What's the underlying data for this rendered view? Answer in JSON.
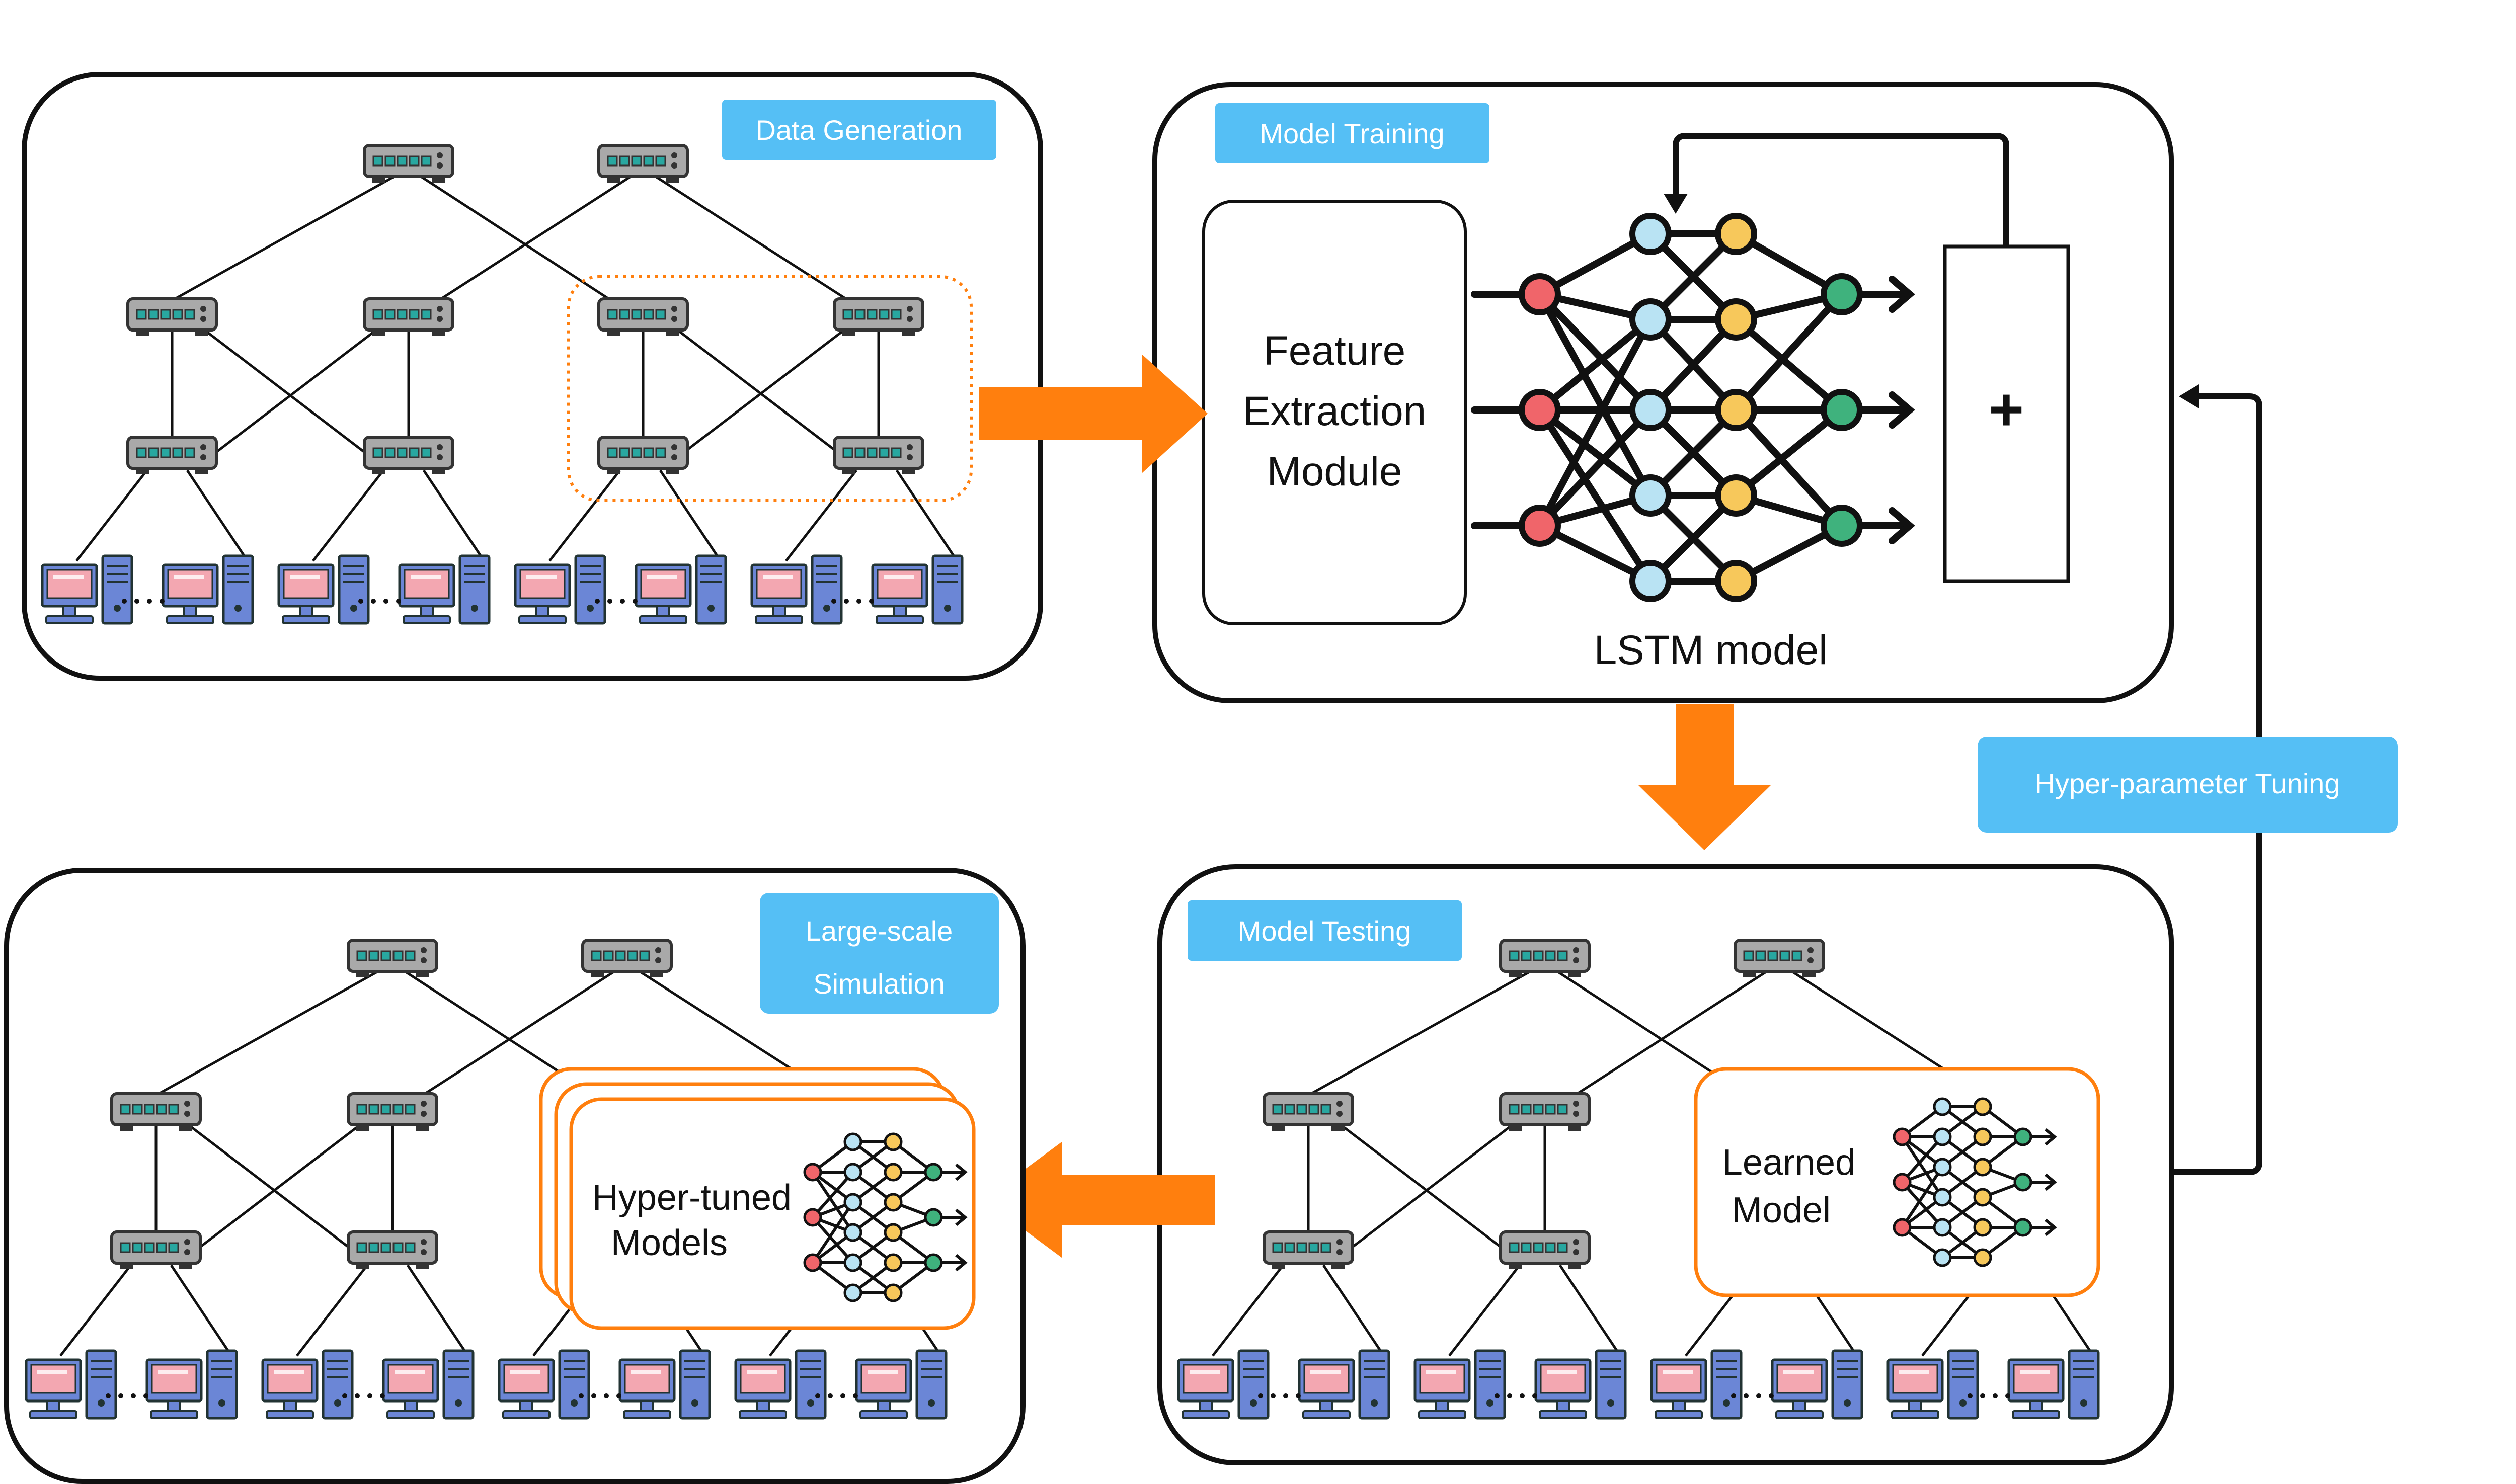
{
  "panels": {
    "data_generation": {
      "label": "Data Generation"
    },
    "model_training": {
      "label": "Model Training",
      "feature_module": [
        "Feature",
        "Extraction",
        "Module"
      ],
      "lstm_label": "LSTM model",
      "plus_symbol": "+"
    },
    "model_testing": {
      "label": "Model Testing",
      "learned_model": [
        "Learned",
        "Model"
      ]
    },
    "large_scale": {
      "label": [
        "Large-scale",
        "Simulation"
      ],
      "hyper_models": [
        "Hyper-tuned",
        "Models"
      ]
    }
  },
  "tuning_label": "Hyper-parameter  Tuning",
  "colors": {
    "tag_blue": "#55bff5",
    "arrow_orange": "#ff7f0e",
    "switch_gray": "#a9a9a9",
    "switch_port": "#28a7a0",
    "node_red": "#f0656a",
    "node_blue": "#b9e3f3",
    "node_yellow": "#f7c85b",
    "node_green": "#3fb27d",
    "monitor_pink": "#f3a7b1",
    "computer_blue": "#6b86d6"
  },
  "icons": [
    "network-switch-icon",
    "desktop-computer-icon",
    "neural-network-icon"
  ]
}
